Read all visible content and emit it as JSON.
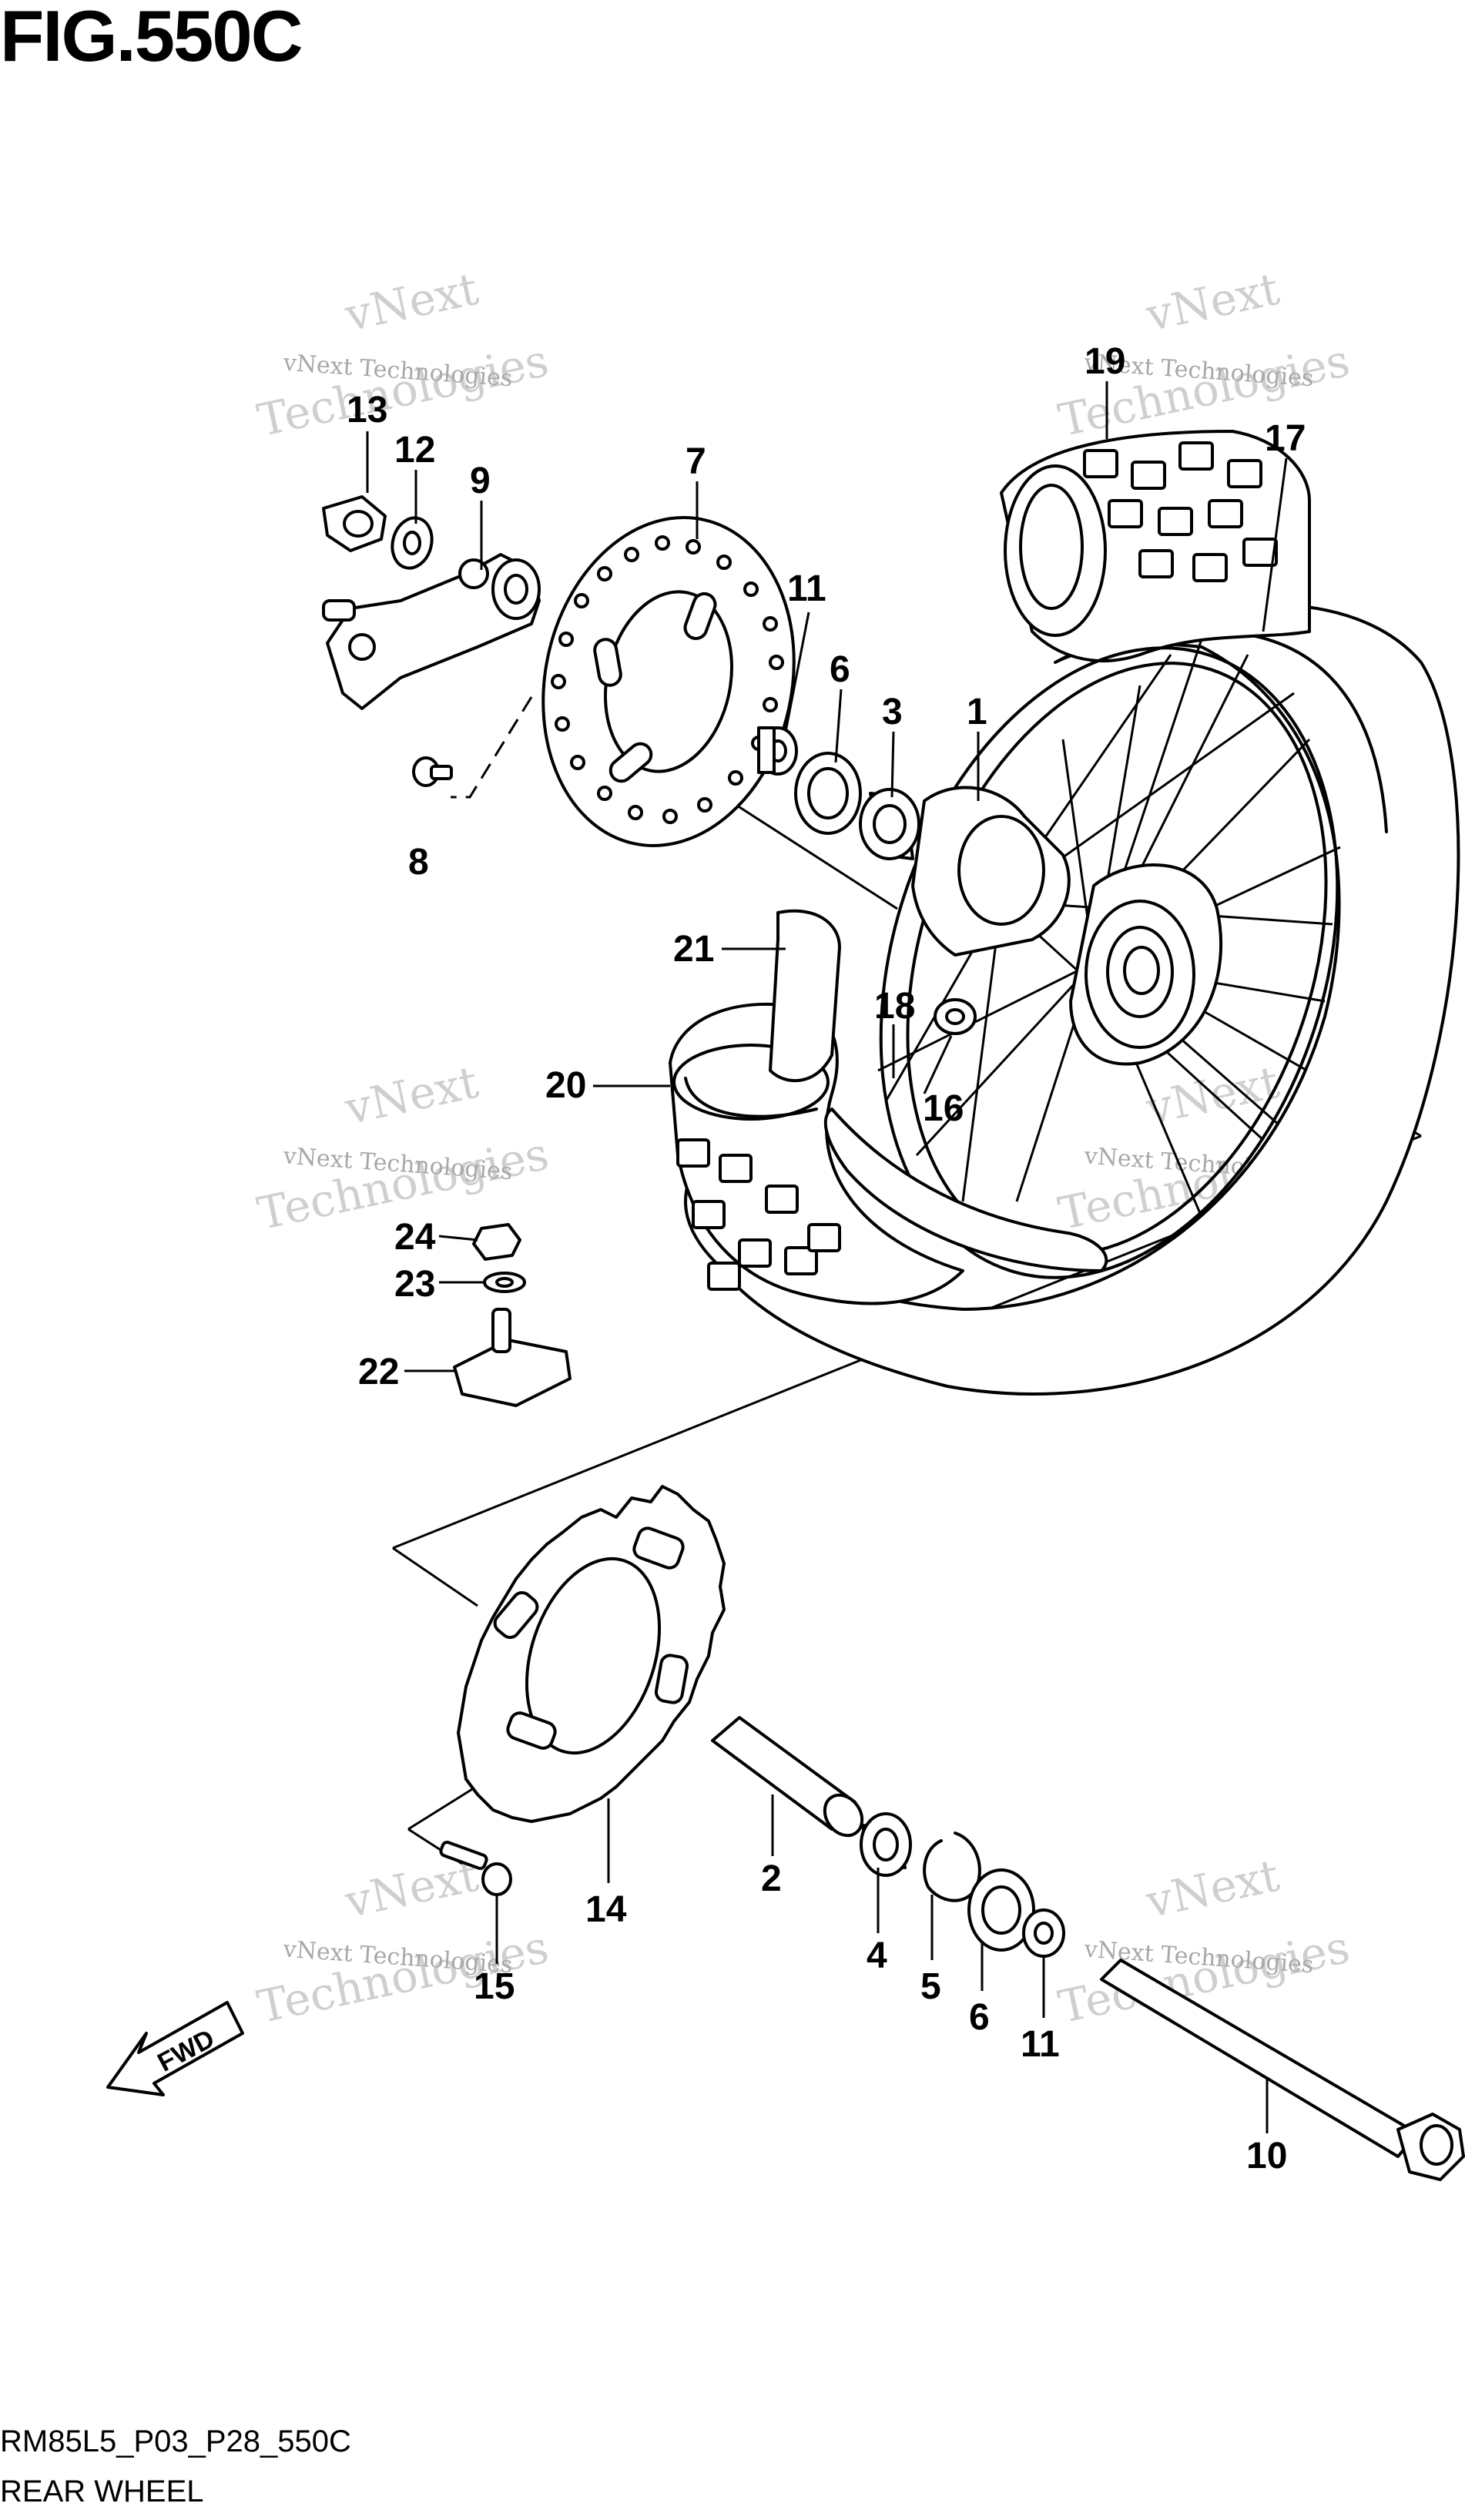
{
  "figure": {
    "title": "FIG.550C",
    "code": "RM85L5_P03_P28_550C",
    "name": "REAR WHEEL"
  },
  "watermark": {
    "line1": "vNext Technologies",
    "line2": "vNext",
    "line3": "Technologies"
  },
  "direction_marker": "FWD",
  "callouts": [
    {
      "id": "c13",
      "label": "13"
    },
    {
      "id": "c12",
      "label": "12"
    },
    {
      "id": "c9",
      "label": "9"
    },
    {
      "id": "c7",
      "label": "7"
    },
    {
      "id": "c11a",
      "label": "11"
    },
    {
      "id": "c6a",
      "label": "6"
    },
    {
      "id": "c3",
      "label": "3"
    },
    {
      "id": "c1",
      "label": "1"
    },
    {
      "id": "c19",
      "label": "19"
    },
    {
      "id": "c17",
      "label": "17"
    },
    {
      "id": "c8",
      "label": "8"
    },
    {
      "id": "c21",
      "label": "21"
    },
    {
      "id": "c18",
      "label": "18"
    },
    {
      "id": "c16",
      "label": "16"
    },
    {
      "id": "c20",
      "label": "20"
    },
    {
      "id": "c24",
      "label": "24"
    },
    {
      "id": "c23",
      "label": "23"
    },
    {
      "id": "c22",
      "label": "22"
    },
    {
      "id": "c14",
      "label": "14"
    },
    {
      "id": "c2",
      "label": "2"
    },
    {
      "id": "c4",
      "label": "4"
    },
    {
      "id": "c5",
      "label": "5"
    },
    {
      "id": "c6b",
      "label": "6"
    },
    {
      "id": "c11b",
      "label": "11"
    },
    {
      "id": "c15",
      "label": "15"
    },
    {
      "id": "c10",
      "label": "10"
    }
  ]
}
